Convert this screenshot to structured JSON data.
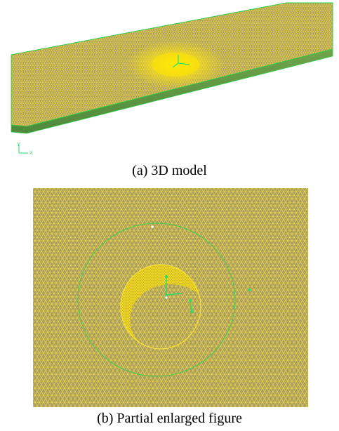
{
  "figure": {
    "panel_a": {
      "caption": "(a) 3D model",
      "axis_labels": {
        "y": "Y",
        "x": "X"
      }
    },
    "panel_b": {
      "caption": "(b) Partial enlarged figure"
    }
  },
  "colors": {
    "mesh_fill": "#a89a6c",
    "mesh_line": "#e6d23a",
    "dense_mesh": "#f3dc1e",
    "edge_green": "#2fd04a",
    "triad_green": "#22e06a",
    "background": "#ffffff"
  }
}
